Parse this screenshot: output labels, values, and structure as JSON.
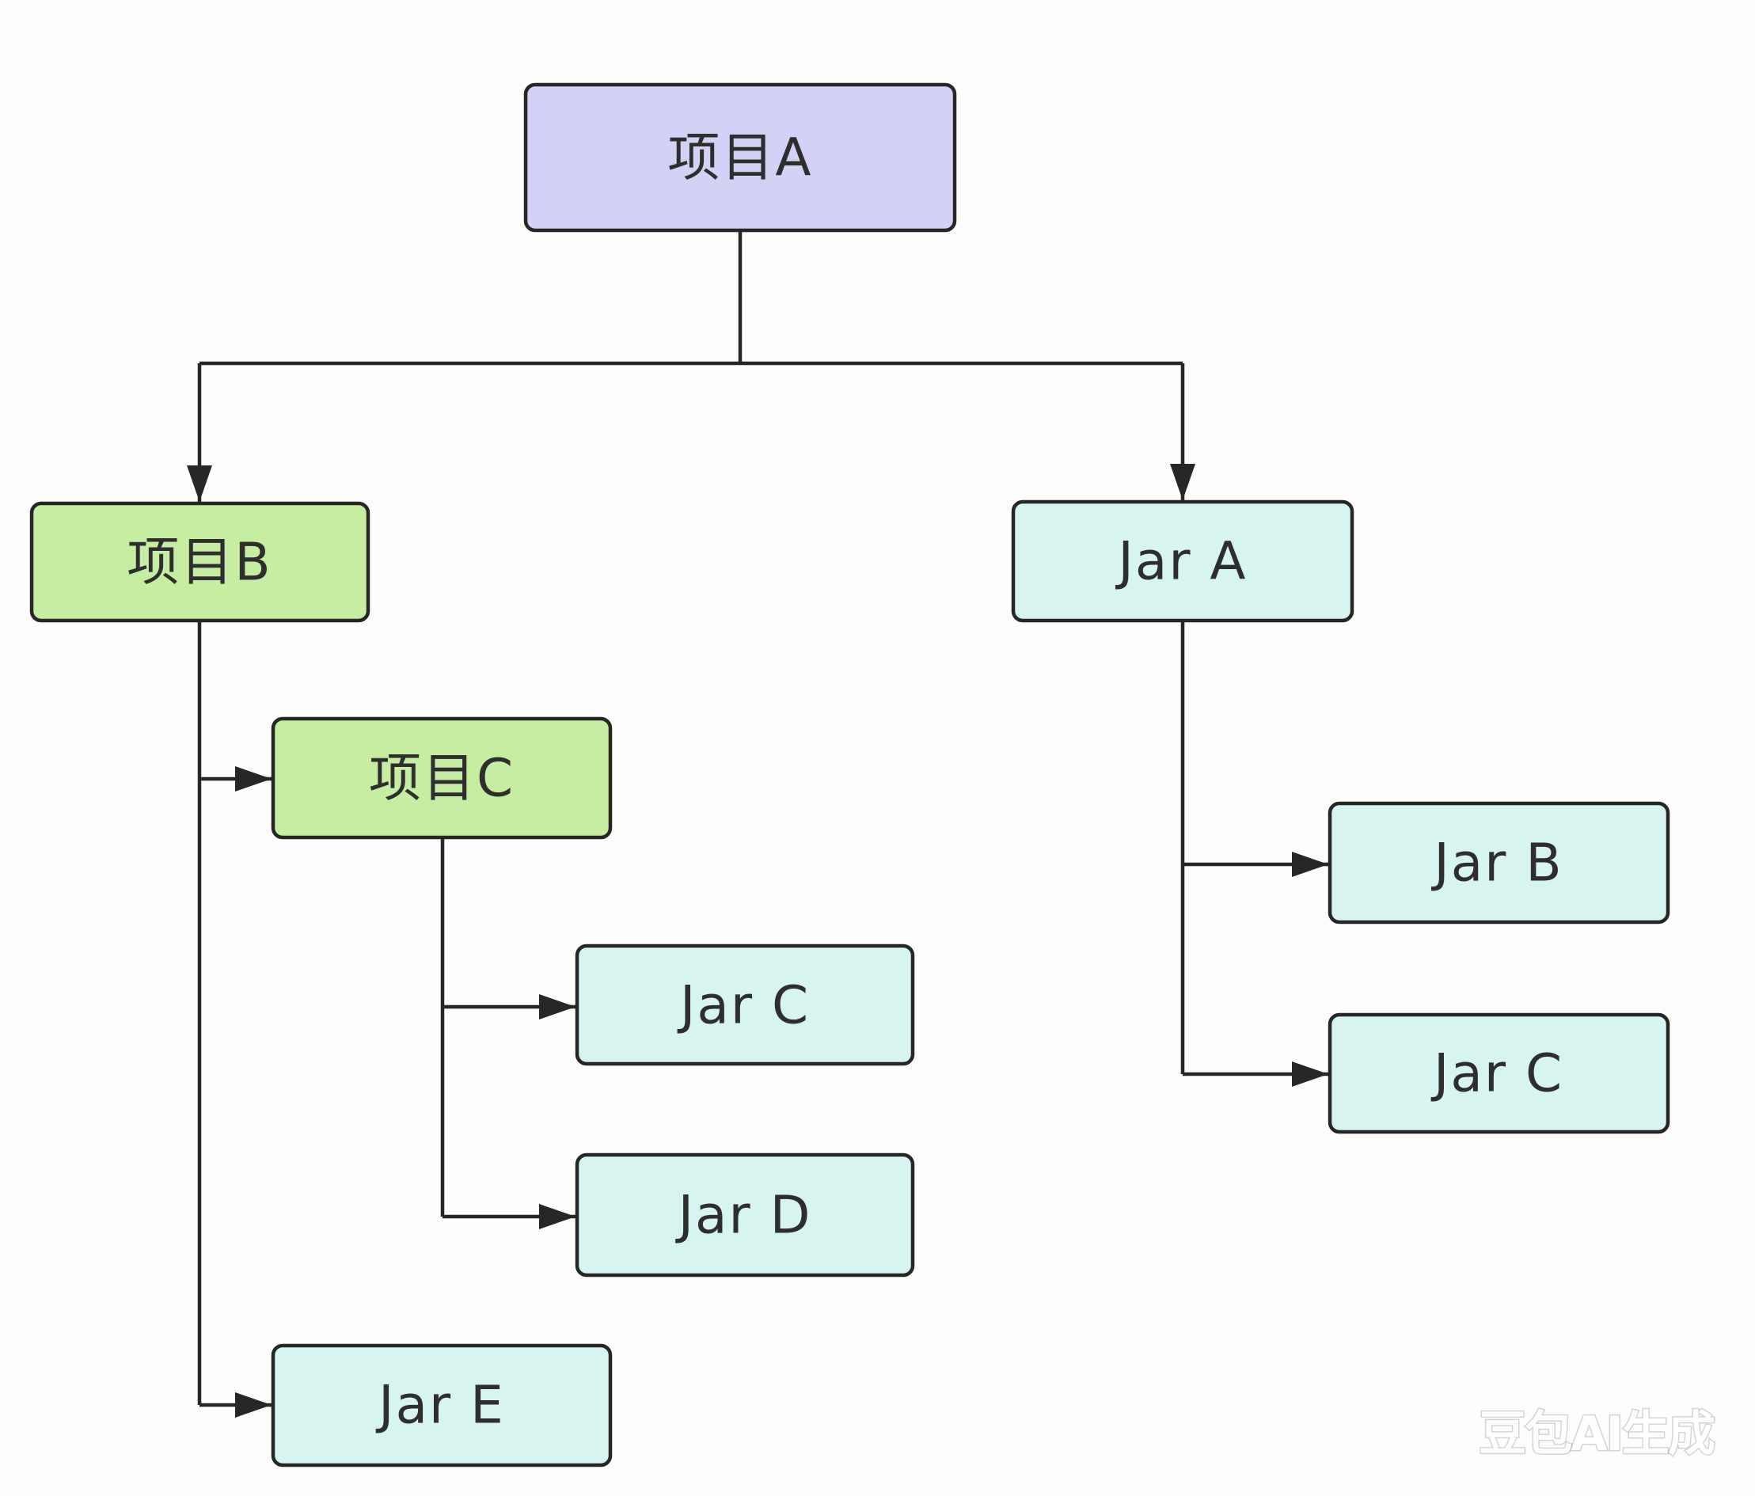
{
  "diagram": {
    "nodes": {
      "project_a": "项目A",
      "project_b": "项目B",
      "project_c": "项目C",
      "jar_a": "Jar A",
      "jar_b": "Jar B",
      "jar_c_left": "Jar C",
      "jar_c_right": "Jar C",
      "jar_d": "Jar D",
      "jar_e": "Jar E"
    }
  },
  "watermark": "豆包AI生成",
  "colors": {
    "background": "#fdfdfb",
    "root_fill": "#d3d1f5",
    "project_fill": "#c6eea3",
    "jar_fill": "#d6f4f0",
    "border": "#262626",
    "connector": "#262626",
    "text": "#2e2e2e"
  }
}
